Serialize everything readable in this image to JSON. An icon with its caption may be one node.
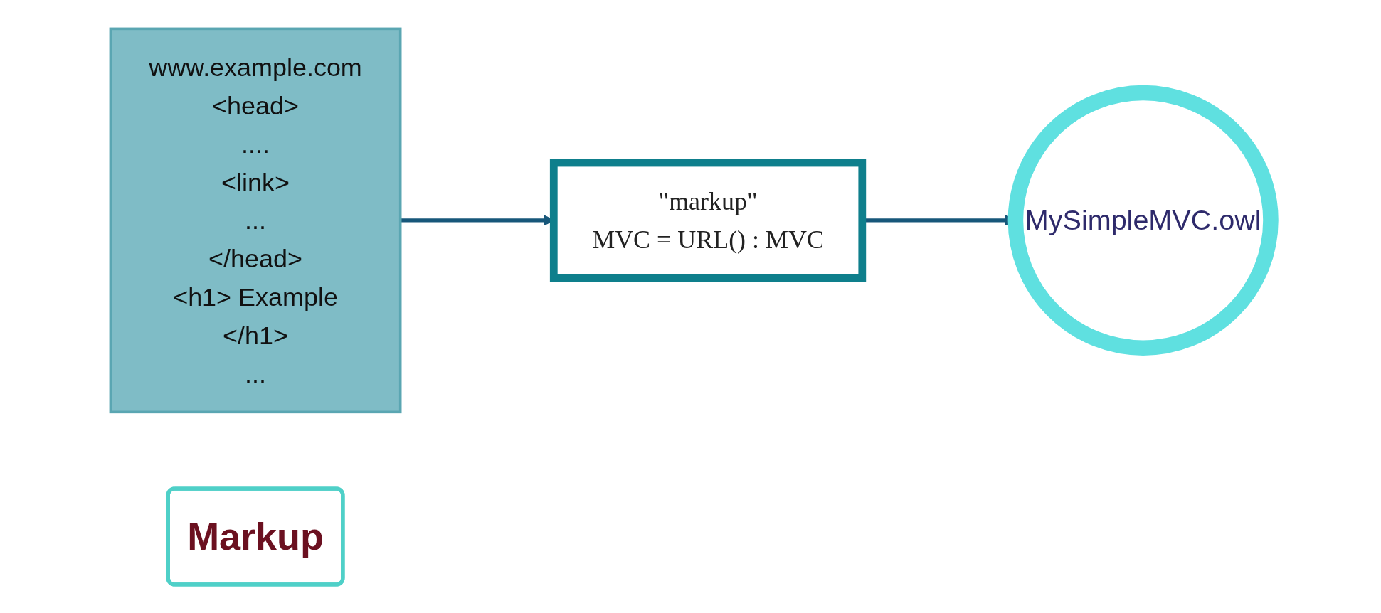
{
  "diagram": {
    "nodes": [
      {
        "text": [
          "www.example.com",
          "<head>",
          "....",
          "<link>",
          "...",
          "</head>",
          "<h1> Example",
          "</h1>",
          "..."
        ]
      },
      {
        "text": [
          "\"markup\"",
          "MVC = URL() : MVC"
        ]
      },
      {
        "text": [
          "MySimpleMVC.owl"
        ]
      },
      {
        "text": [
          "Markup"
        ]
      }
    ],
    "edges": [
      {
        "from": 0,
        "to": 1,
        "arrow": "to"
      },
      {
        "from": 1,
        "to": 2,
        "arrow": "to"
      }
    ]
  }
}
